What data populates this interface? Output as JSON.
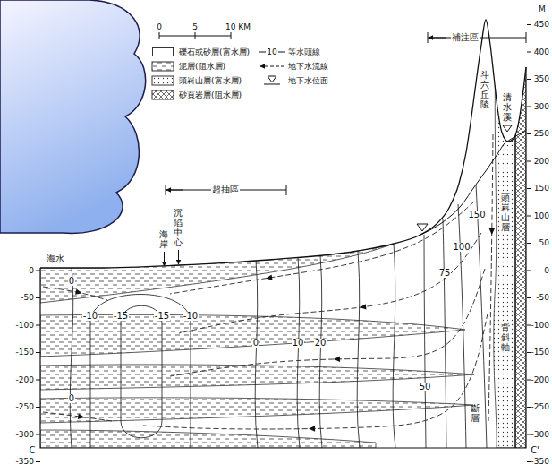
{
  "diagram": {
    "labels": [
      "0",
      "5",
      "10 KM",
      "10",
      "補注區",
      "斗六丘陵",
      "清水溪",
      "150",
      "100",
      "超抽區",
      "海岸",
      "沉陷中心",
      "海水",
      "0",
      "75",
      "-10",
      "-15",
      "-15",
      "-10",
      "0",
      "10",
      "20",
      "頭嵙山層",
      "背斜軸",
      "0",
      "50",
      "斷層",
      "C",
      "C'",
      "M",
      "450",
      "400",
      "350",
      "300",
      "250",
      "200",
      "150",
      "100",
      "50",
      "0",
      "-50",
      "-100",
      "-150",
      "-200",
      "-250",
      "-300",
      "-350",
      "0",
      "-50",
      "-100",
      "-150",
      "-200",
      "-250",
      "-300",
      "-350"
    ],
    "legend": [
      {
        "text": "礫石或砂層(富水層)",
        "color": "#ffffff"
      },
      {
        "text": "泥層(阻水層)"
      },
      {
        "text": "頭嵙山層(富水層)"
      },
      {
        "text": "砂頁岩層(阻水層)"
      },
      {
        "text": "等水頭線"
      },
      {
        "text": "地下水流線"
      },
      {
        "text": "地下水位面"
      }
    ]
  }
}
